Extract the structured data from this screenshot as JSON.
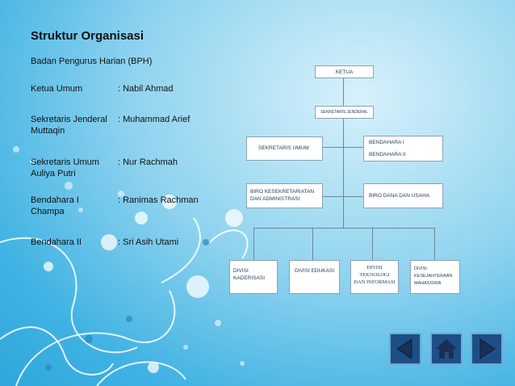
{
  "slide": {
    "title": "Struktur Organisasi",
    "subtitle": "Badan Pengurus Harian (BPH)",
    "members": [
      {
        "role": "Ketua Umum",
        "name": ": Nabil Ahmad"
      },
      {
        "role": "Sekretaris Jenderal",
        "name": ": Muhammad Arief Muttaqin"
      },
      {
        "role": "Sekretaris Umum",
        "name": ": Nur Rachmah Auliya Putri"
      },
      {
        "role": "Bendahara I",
        "name": ": Ranimas Rachman Champa"
      },
      {
        "role": "Bendahara II",
        "name": ": Sri Asih Utami"
      }
    ]
  },
  "org_chart": {
    "ketua": "KETUA",
    "sekjen": "SEKRETARIS JENDERAL",
    "sekum": "SEKRETARIS UMUM",
    "bendahara1": "BENDAHARA I",
    "bendahara2": "BENDAHARA II",
    "biro_kesekretariatan_1": "BIRO KESEKRETARIATAN",
    "biro_kesekretariatan_2": "DAN ADMINISTRASI",
    "biro_dana": "BIRO DANA DAN USAHA",
    "divisi_kaderisasi_1": "DIVISI",
    "divisi_kaderisasi_2": "KADERISASI",
    "divisi_edukasi": "DIVISI EDUKASI",
    "divisi_tekno_1": "DIVISI",
    "divisi_tekno_2": "TEKNOLOGI",
    "divisi_tekno_3": "DAN INFORMASI",
    "divisi_kesejahteraan_1": "DIVISI",
    "divisi_kesejahteraan_2": "KESEJAHTERAAN",
    "divisi_kesejahteraan_3": "MAHASISWA"
  },
  "nav": {
    "prev_icon": "triangle-left-icon",
    "home_icon": "home-icon",
    "next_icon": "triangle-right-icon"
  },
  "colors": {
    "nav_fill": "#1d4f86",
    "nav_border": "#6fa8d8",
    "background_accent": "#3fb2e3"
  }
}
